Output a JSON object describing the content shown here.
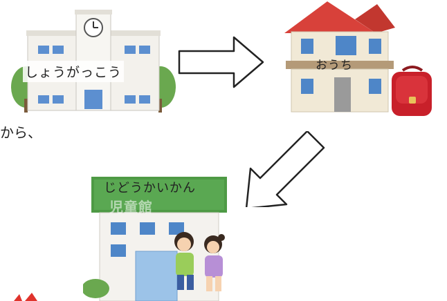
{
  "places": {
    "school": {
      "label": "しょうがっこう"
    },
    "home": {
      "label": "おうち"
    },
    "children_center": {
      "label": "じどうかいかん",
      "sign": "児童館"
    }
  },
  "side_text": "から、",
  "colors": {
    "roof_red": "#d8413a",
    "arrow_outline": "#222222",
    "randoseru_red": "#c8202a",
    "sign_green": "#4e9a45"
  }
}
